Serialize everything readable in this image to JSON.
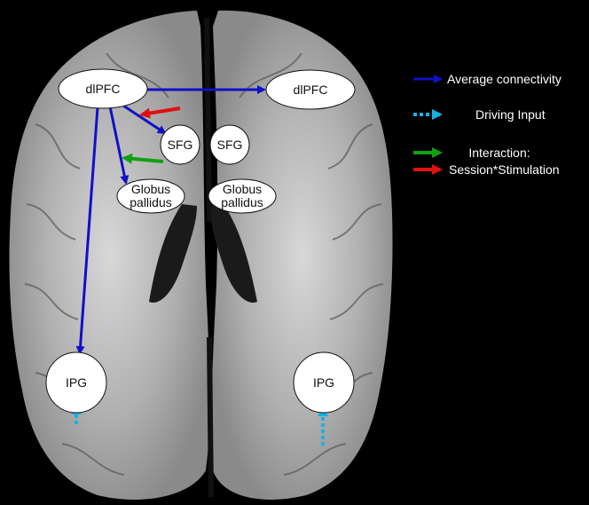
{
  "nodes": {
    "dlpfc_left": "dlPFC",
    "dlpfc_right": "dlPFC",
    "sfg_left": "SFG",
    "sfg_right": "SFG",
    "globus_left": [
      "Globus",
      "pallidus"
    ],
    "globus_right": [
      "Globus",
      "pallidus"
    ],
    "ipg_left": "IPG",
    "ipg_right": "IPG"
  },
  "legend": {
    "average_connectivity": "Average connectivity",
    "driving_input": "Driving Input",
    "interaction_title": "Interaction:",
    "interaction_detail": "Session*Stimulation"
  },
  "colors": {
    "average_connectivity": "#1010c8",
    "driving_input": "#1ab0e6",
    "interaction_green": "#12a012",
    "interaction_red": "#e01010",
    "background": "#000000"
  }
}
